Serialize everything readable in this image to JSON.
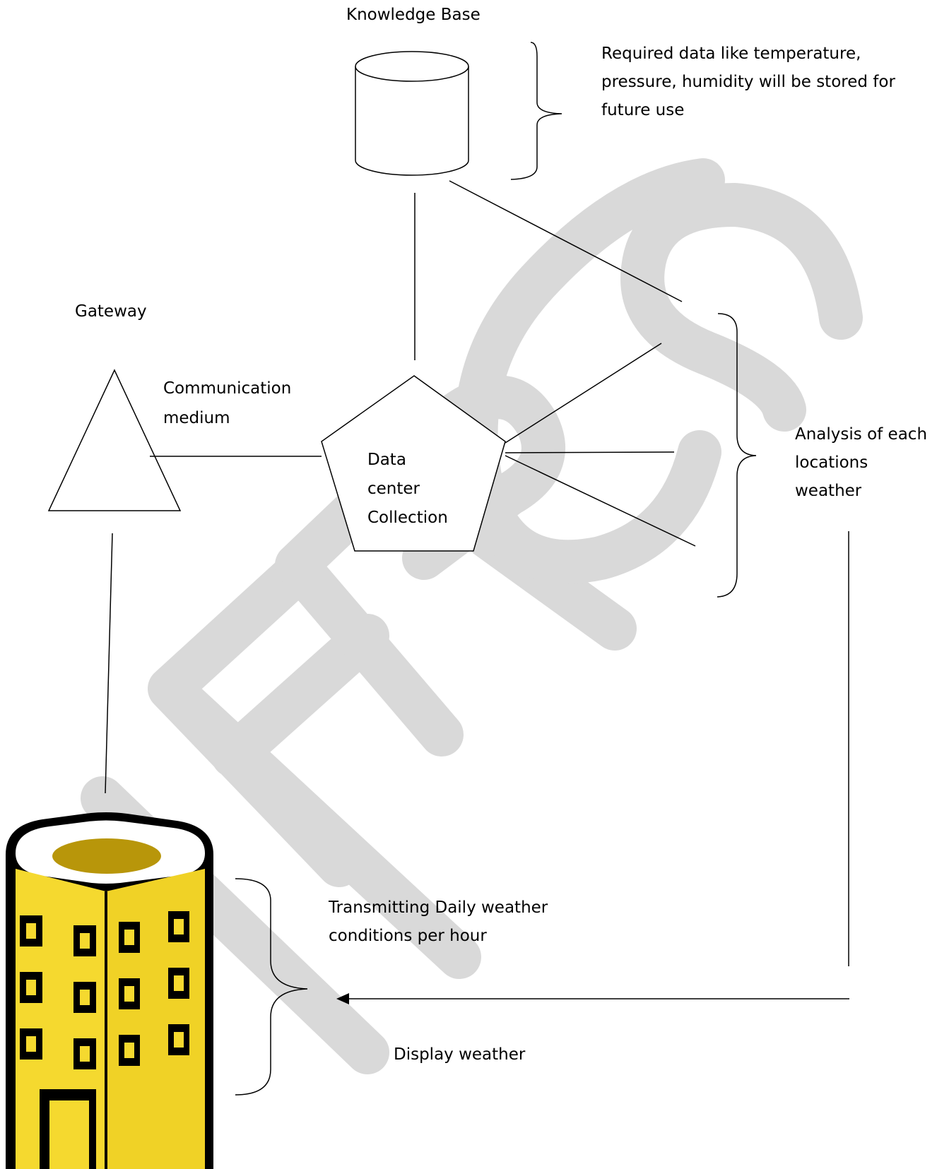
{
  "diagram": {
    "labels": {
      "knowledge_base": "Knowledge Base",
      "storage_note": [
        "Required data like temperature,",
        "pressure, humidity will be stored for",
        "future use"
      ],
      "gateway": "Gateway",
      "communication_medium": [
        "Communication",
        "medium"
      ],
      "data_center": [
        "Data",
        "center",
        "Collection"
      ],
      "analysis": [
        "Analysis of each",
        "locations",
        "weather"
      ],
      "transmitting": [
        "Transmitting Daily weather",
        "conditions per hour"
      ],
      "display_weather": "Display weather"
    },
    "nodes": [
      {
        "id": "knowledge-base",
        "shape": "cylinder",
        "label": "Knowledge Base"
      },
      {
        "id": "gateway",
        "shape": "triangle",
        "label": "Gateway"
      },
      {
        "id": "data-center",
        "shape": "pentagon",
        "label": "Data center Collection"
      },
      {
        "id": "building",
        "shape": "building-icon"
      }
    ],
    "watermark": {
      "text": "IJERGS",
      "color": "#d9d9d9"
    },
    "colors": {
      "stroke": "#000000",
      "building_yellow": "#f5d92f",
      "building_yellow_dark": "#e6c71f",
      "building_roof": "#b8960a",
      "building_outline": "#000000"
    }
  }
}
